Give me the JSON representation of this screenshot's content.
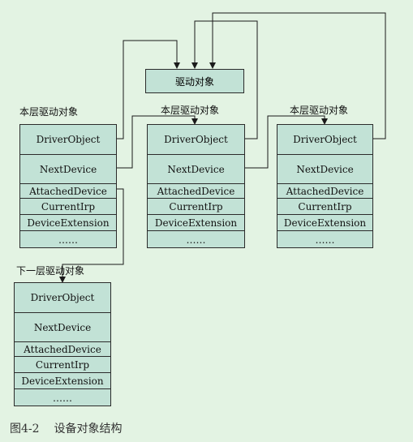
{
  "top_box": {
    "label": "驱动对象"
  },
  "labels": {
    "left": "本层驱动对象",
    "middle": "本层驱动对象",
    "right": "本层驱动对象",
    "lower": "下一层驱动对象"
  },
  "device_objects": [
    {
      "id": "left",
      "fields": [
        "DriverObject",
        "NextDevice",
        "AttachedDevice",
        "CurrentIrp",
        "DeviceExtension",
        "……"
      ]
    },
    {
      "id": "middle",
      "fields": [
        "DriverObject",
        "NextDevice",
        "AttachedDevice",
        "CurrentIrp",
        "DeviceExtension",
        "……"
      ]
    },
    {
      "id": "right",
      "fields": [
        "DriverObject",
        "NextDevice",
        "AttachedDevice",
        "CurrentIrp",
        "DeviceExtension",
        "……"
      ]
    },
    {
      "id": "lower",
      "fields": [
        "DriverObject",
        "NextDevice",
        "AttachedDevice",
        "CurrentIrp",
        "DeviceExtension",
        "……"
      ]
    }
  ],
  "caption": {
    "number": "图4-2",
    "title": "设备对象结构"
  }
}
